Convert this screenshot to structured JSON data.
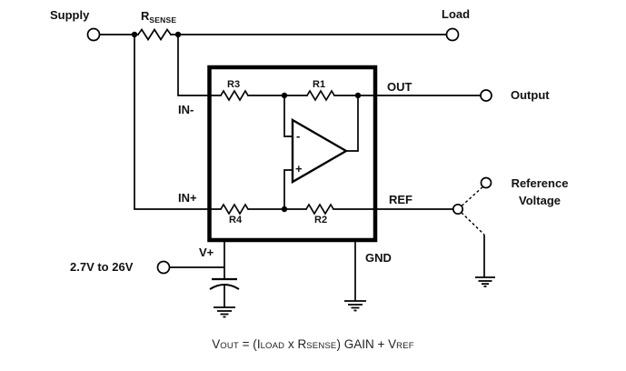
{
  "colors": {
    "line": "#000000",
    "background": "#ffffff"
  },
  "terminals": {
    "supply": "Supply",
    "load": "Load",
    "output": "Output",
    "reference_line1": "Reference",
    "reference_line2": "Voltage",
    "supply_range": "2.7V to 26V"
  },
  "rsense": {
    "main": "R",
    "sub": "SENSE"
  },
  "ic": {
    "pin_in_minus": "IN-",
    "pin_in_plus": "IN+",
    "pin_out": "OUT",
    "pin_ref": "REF",
    "pin_vplus": "V+",
    "pin_gnd": "GND",
    "r1": "R1",
    "r2": "R2",
    "r3": "R3",
    "r4": "R4",
    "opamp_minus": "-",
    "opamp_plus": "+"
  },
  "formula": {
    "v": "V",
    "v_sub": "OUT",
    "mid1": " = (",
    "i": "I",
    "i_sub": "LOAD",
    "mid2": " x ",
    "r": "R",
    "r_sub": "SENSE",
    "mid3": ") GAIN + ",
    "v2": "V",
    "v2_sub": "REF"
  }
}
